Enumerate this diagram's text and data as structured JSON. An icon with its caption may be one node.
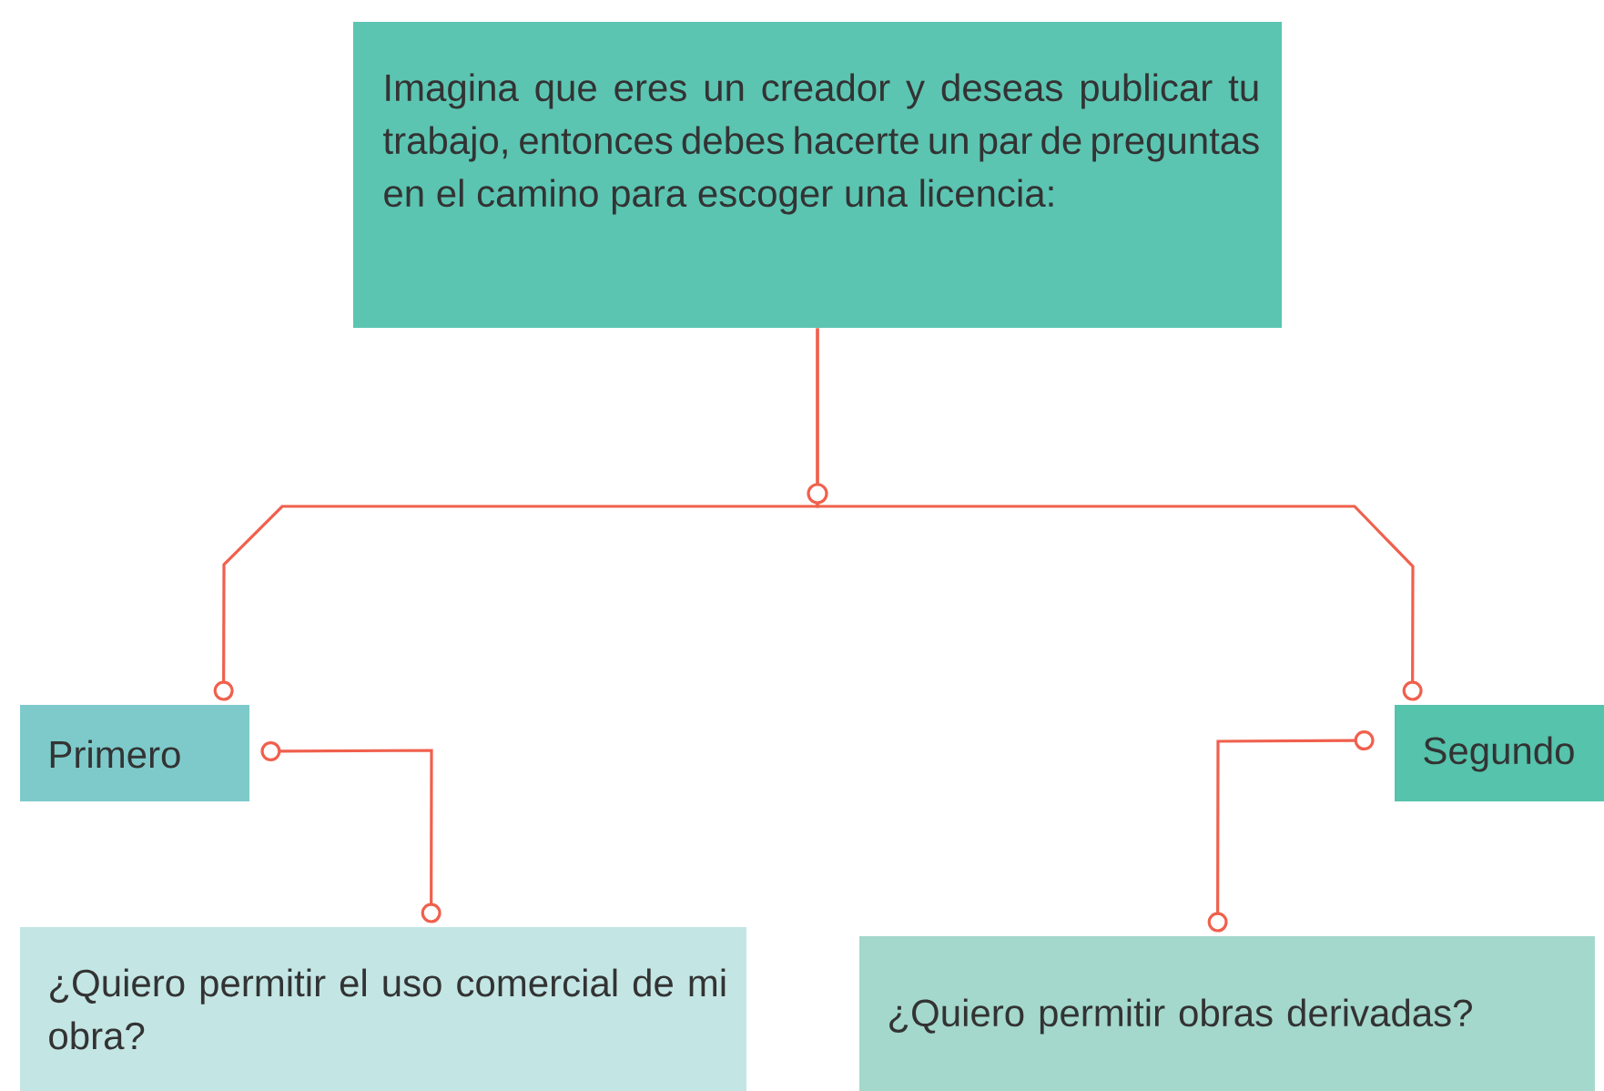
{
  "diagram": {
    "nodes": [
      {
        "text": [
          "Imagina que eres un creador y deseas publicar tu trabajo, entonces debes hacerte un par de preguntas en el camino para escoger una licencia:"
        ]
      },
      {
        "text": [
          "Primero"
        ]
      },
      {
        "text": [
          "Segundo"
        ]
      },
      {
        "text": [
          "¿Quiero permitir el uso comercial de mi obra?"
        ]
      },
      {
        "text": [
          "¿Quiero permitir obras derivadas?"
        ]
      }
    ],
    "edges": [
      {
        "from": 0,
        "to": 1,
        "arrow": "other"
      },
      {
        "from": 0,
        "to": 2,
        "arrow": "other"
      },
      {
        "from": 1,
        "to": 3,
        "arrow": "other"
      },
      {
        "from": 2,
        "to": 4,
        "arrow": "other"
      }
    ]
  }
}
